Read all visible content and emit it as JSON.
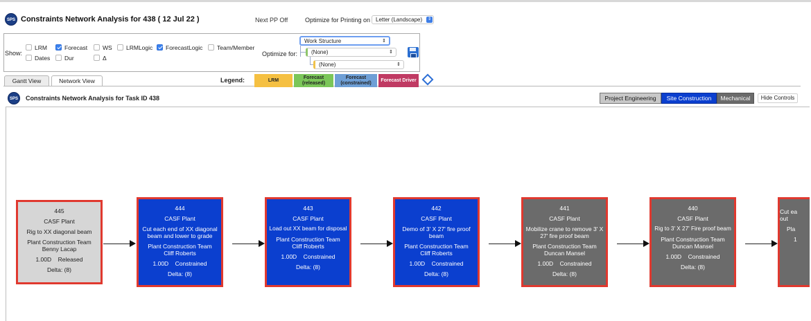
{
  "header": {
    "logo_text": "SPS",
    "title": "Constraints Network Analysis for 438 ( 12 Jul 22 )",
    "next_pp": "Next PP Off",
    "optimize_printing_label": "Optimize for Printing on",
    "print_format": "Letter (Landscape)"
  },
  "show": {
    "label": "Show:",
    "options": [
      {
        "label": "LRM",
        "checked": false
      },
      {
        "label": "Forecast",
        "checked": true
      },
      {
        "label": "WS",
        "checked": false
      },
      {
        "label": "LRMLogic",
        "checked": false
      },
      {
        "label": "ForecastLogic",
        "checked": true
      },
      {
        "label": "Team/Member",
        "checked": false
      },
      {
        "label": "Dates",
        "checked": false
      },
      {
        "label": "Dur",
        "checked": false
      },
      {
        "label": "Δ",
        "checked": false
      }
    ]
  },
  "optimize": {
    "label": "Optimize for:",
    "level1": "Work Structure",
    "level2": "(None)",
    "level3": "(None)"
  },
  "tabs": [
    {
      "label": "Gantt View",
      "active": false
    },
    {
      "label": "Network View",
      "active": true
    }
  ],
  "legend": {
    "label": "Legend:",
    "items": [
      {
        "label": "LRM",
        "color": "#f5c042"
      },
      {
        "label": "Forecast (released)",
        "color": "#7bc659"
      },
      {
        "label": "Forecast (constrained)",
        "color": "#6e9fd6"
      },
      {
        "label": "Forecast Driver",
        "color": "#c03a63"
      }
    ]
  },
  "subheader": {
    "title": "Constraints Network Analysis for Task ID 438",
    "org_buttons": [
      {
        "label": "Project Engineering",
        "active": false
      },
      {
        "label": "Site Construction",
        "active": true
      },
      {
        "label": "Mechanical",
        "active": false
      }
    ],
    "hide_controls": "Hide Controls"
  },
  "colors": {
    "released_fill": "#d6d6d6",
    "constrained_fill": "#0b3fcf",
    "gray_fill": "#6b6b6b",
    "node_border": "#e0392f"
  },
  "nodes": [
    {
      "id": "445",
      "group": "CASF Plant",
      "task": "Rig to XX diagonal beam",
      "team": "Plant Construction Team",
      "member": "Benny Lacap",
      "status_line": "1.00D    Released",
      "delta": "Delta: (8)"
    },
    {
      "id": "444",
      "group": "CASF Plant",
      "task": "Cut each end of XX diagonal beam and lower to grade",
      "team": "Plant Construction Team",
      "member": "Cliff Roberts",
      "status_line": "1.00D    Constrained",
      "delta": "Delta: (8)"
    },
    {
      "id": "443",
      "group": "CASF Plant",
      "task": "Load out XX beam for disposal",
      "team": "Plant Construction Team",
      "member": "Cliff Roberts",
      "status_line": "1.00D    Constrained",
      "delta": "Delta: (8)"
    },
    {
      "id": "442",
      "group": "CASF Plant",
      "task": "Demo of 3' X 27' fire proof beam",
      "team": "Plant Construction Team",
      "member": "Cliff Roberts",
      "status_line": "1.00D    Constrained",
      "delta": "Delta: (8)"
    },
    {
      "id": "441",
      "group": "CASF Plant",
      "task": "Mobilize crane to remove 3' X 27' fire proof beam",
      "team": "Plant Construction Team",
      "member": "Duncan Mansel",
      "status_line": "1.00D    Constrained",
      "delta": "Delta: (8)"
    },
    {
      "id": "440",
      "group": "CASF Plant",
      "task": "Rig to 3' X 27' Fire proof beam",
      "team": "Plant Construction Team",
      "member": "Duncan Mansel",
      "status_line": "1.00D    Constrained",
      "delta": "Delta: (8)"
    },
    {
      "id": "",
      "group": "",
      "task": "Cut ea out",
      "team": "Pla",
      "member": "",
      "status_line": "1",
      "delta": ""
    }
  ]
}
